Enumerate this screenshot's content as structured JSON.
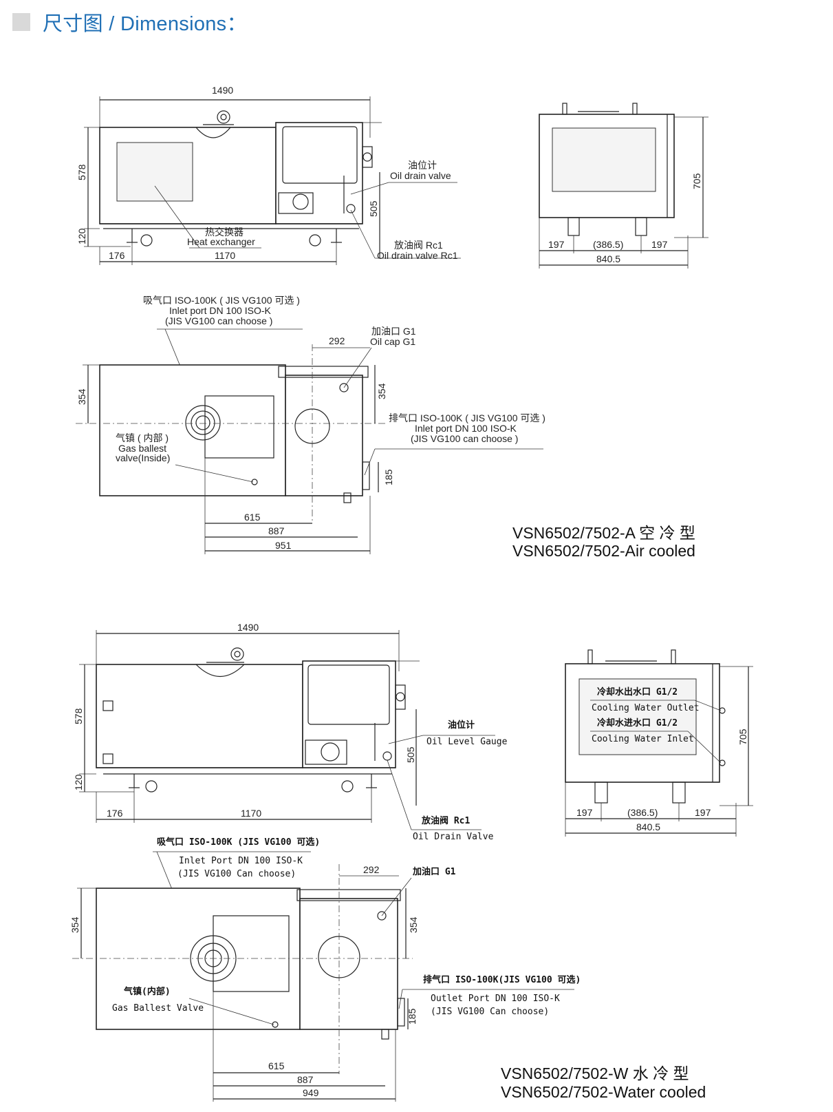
{
  "header": {
    "title": "尺寸图 / Dimensions："
  },
  "air": {
    "model_cn": "VSN6502/7502-A 空 冷 型",
    "model_en": "VSN6502/7502-Air cooled",
    "front": {
      "d1490": "1490",
      "d578": "578",
      "d120": "120",
      "d176": "176",
      "d1170": "1170",
      "d505": "505",
      "heat_cn": "热交换器",
      "heat_en": "Heat exchanger",
      "oil_cn": "油位计",
      "oil_en": "Oil drain valve",
      "drain_cn": "放油阀 Rc1",
      "drain_en": "Oil drain valve Rc1"
    },
    "side": {
      "d705": "705",
      "d197a": "197",
      "d3865": "(386.5)",
      "d197b": "197",
      "d8405": "840.5"
    },
    "top": {
      "inlet_cn": "吸气口 ISO-100K ( JIS VG100 可选 )",
      "inlet_en": "Inlet port DN 100 ISO-K",
      "inlet_jis": "(JIS VG100 can choose )",
      "cap_cn": "加油口 G1",
      "cap_en": "Oil cap G1",
      "exh_cn": "排气口 ISO-100K ( JIS VG100 可选 )",
      "exh_en": "Inlet port DN 100 ISO-K",
      "exh_jis": "(JIS VG100 can choose )",
      "gas_cn": "气镇 ( 内部 )",
      "gas_en1": "Gas ballest",
      "gas_en2": "valve(Inside)",
      "d292": "292",
      "d354a": "354",
      "d354b": "354",
      "d185": "185",
      "d615": "615",
      "d887": "887",
      "d951": "951"
    }
  },
  "water": {
    "model_cn": "VSN6502/7502-W  水  冷  型",
    "model_en": "VSN6502/7502-Water cooled",
    "front": {
      "d1490": "1490",
      "d578": "578",
      "d120": "120",
      "d176": "176",
      "d1170": "1170",
      "d505": "505",
      "oil_cn": "油位计",
      "oil_en": "Oil Level Gauge",
      "drain_cn": "放油阀 Rc1",
      "drain_en": "Oil Drain Valve"
    },
    "side": {
      "out_cn": "冷却水出水口 G1/2",
      "out_en": "Cooling Water Outlet",
      "in_cn": "冷却水进水口 G1/2",
      "in_en": "Cooling Water Inlet",
      "d705": "705",
      "d197a": "197",
      "d3865": "(386.5)",
      "d197b": "197",
      "d8405": "840.5"
    },
    "top": {
      "inlet_cn": "吸气口 ISO-100K (JIS VG100 可选)",
      "inlet_en": "Inlet Port DN 100 ISO-K",
      "inlet_jis": "(JIS VG100 Can choose)",
      "cap_cn": "加油口 G1",
      "exh_cn": "排气口 ISO-100K(JIS VG100 可选)",
      "exh_en": "Outlet Port DN 100 ISO-K",
      "exh_jis": "(JIS VG100 Can choose)",
      "gas_cn": "气镇(内部)",
      "gas_en": "Gas Ballest Valve",
      "d292": "292",
      "d354a": "354",
      "d354b": "354",
      "d185": "185",
      "d615": "615",
      "d887": "887",
      "d949": "949"
    }
  }
}
